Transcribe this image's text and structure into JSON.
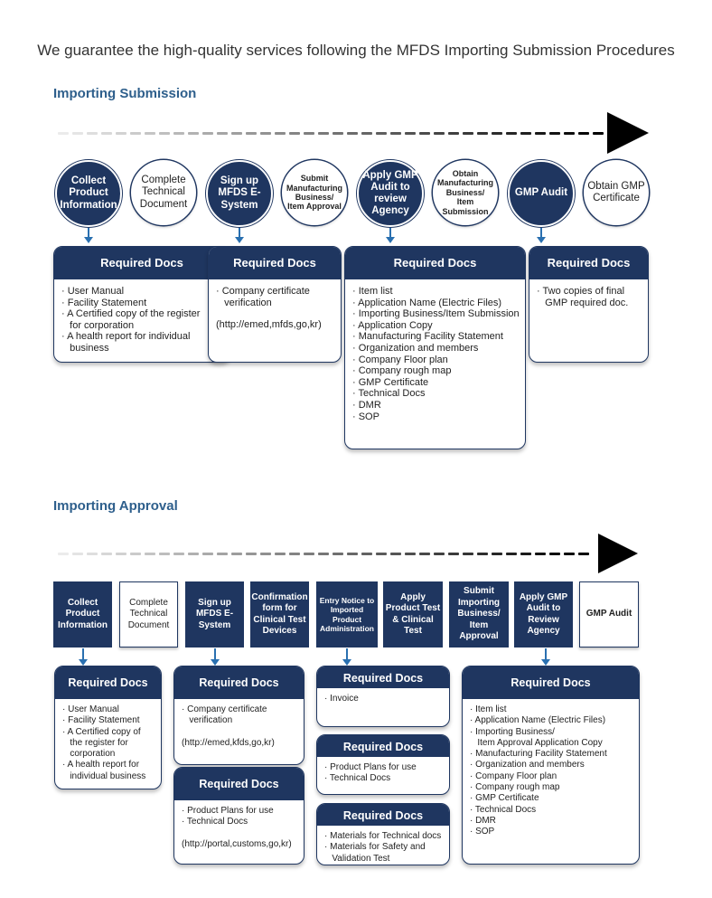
{
  "title": "We guarantee the high-quality services following the MFDS Importing Submission Procedures",
  "submission": {
    "heading": "Importing Submission",
    "steps": [
      {
        "label": "Collect Product Information",
        "style": "dark"
      },
      {
        "label": "Complete Technical Document",
        "style": "light"
      },
      {
        "label": "Sign up MFDS E-System",
        "style": "dark"
      },
      {
        "label": "Submit Manufacturing Business/ Item Approval",
        "style": "light"
      },
      {
        "label": "Apply GMP Audit to review Agency",
        "style": "dark"
      },
      {
        "label": "Obtain Manufacturing Business/ Item Submission",
        "style": "light"
      },
      {
        "label": "GMP Audit",
        "style": "dark"
      },
      {
        "label": "Obtain GMP Certificate",
        "style": "light"
      }
    ],
    "docs": [
      {
        "header": "Required Docs",
        "items": [
          "· User Manual",
          "· Facility Statement",
          "· A Certified copy of the register",
          "   for corporation",
          "· A health report for individual",
          "   business"
        ]
      },
      {
        "header": "Required Docs",
        "items": [
          "· Company certificate",
          "   verification",
          "",
          "(http://emed,mfds,go,kr)"
        ]
      },
      {
        "header": "Required Docs",
        "items": [
          "· Item list",
          "· Application Name (Electric Files)",
          "· Importing Business/Item Submission",
          "· Application Copy",
          "· Manufacturing Facility Statement",
          "· Organization and members",
          "· Company Floor plan",
          "· Company rough map",
          "· GMP Certificate",
          "· Technical Docs",
          "· DMR",
          "· SOP"
        ]
      },
      {
        "header": "Required Docs",
        "items": [
          "· Two copies of final",
          "   GMP required doc."
        ]
      }
    ]
  },
  "approval": {
    "heading": "Importing Approval",
    "steps": [
      {
        "label": "Collect Product Information",
        "style": "dark"
      },
      {
        "label": "Complete Technical Document",
        "style": "light"
      },
      {
        "label": "Sign up MFDS E-System",
        "style": "dark"
      },
      {
        "label": "Confirmation form for Clinical Test Devices",
        "style": "dark"
      },
      {
        "label": "Entry Notice to Imported Product Administration",
        "style": "dark"
      },
      {
        "label": "Apply Product Test & Clinical Test",
        "style": "dark"
      },
      {
        "label": "Submit Importing Business/ Item Approval",
        "style": "dark"
      },
      {
        "label": "Apply GMP Audit to Review Agency",
        "style": "dark"
      },
      {
        "label": "GMP Audit",
        "style": "light"
      }
    ],
    "docs": [
      {
        "header": "Required Docs",
        "items": [
          "· User Manual",
          "· Facility Statement",
          "· A Certified copy of",
          "   the register for",
          "   corporation",
          "· A health report for",
          "   individual business"
        ]
      },
      {
        "header": "Required Docs",
        "items": [
          "· Company certificate",
          "   verification",
          "",
          "(http://emed,kfds,go,kr)"
        ]
      },
      {
        "header": "Required Docs",
        "items": [
          "· Product Plans for use",
          "· Technical Docs",
          "",
          "(http://portal,customs,go,kr)"
        ]
      },
      {
        "header": "Required Docs",
        "items": [
          "· Invoice"
        ]
      },
      {
        "header": "Required Docs",
        "items": [
          "· Product Plans for use",
          "· Technical Docs"
        ]
      },
      {
        "header": "Required Docs",
        "items": [
          "· Materials for Technical docs",
          "· Materials for Safety and",
          "   Validation Test"
        ]
      },
      {
        "header": "Required Docs",
        "items": [
          "· Item list",
          "· Application Name (Electric Files)",
          "· Importing Business/",
          "   Item Approval Application Copy",
          "· Manufacturing Facility Statement",
          "· Organization and members",
          "· Company Floor plan",
          "· Company rough map",
          "· GMP Certificate",
          "· Technical Docs",
          "· DMR",
          "· SOP"
        ]
      }
    ]
  },
  "colors": {
    "navy": "#1f3660",
    "heading_blue": "#2e5f8c",
    "arrow_blue": "#2a70b0"
  }
}
